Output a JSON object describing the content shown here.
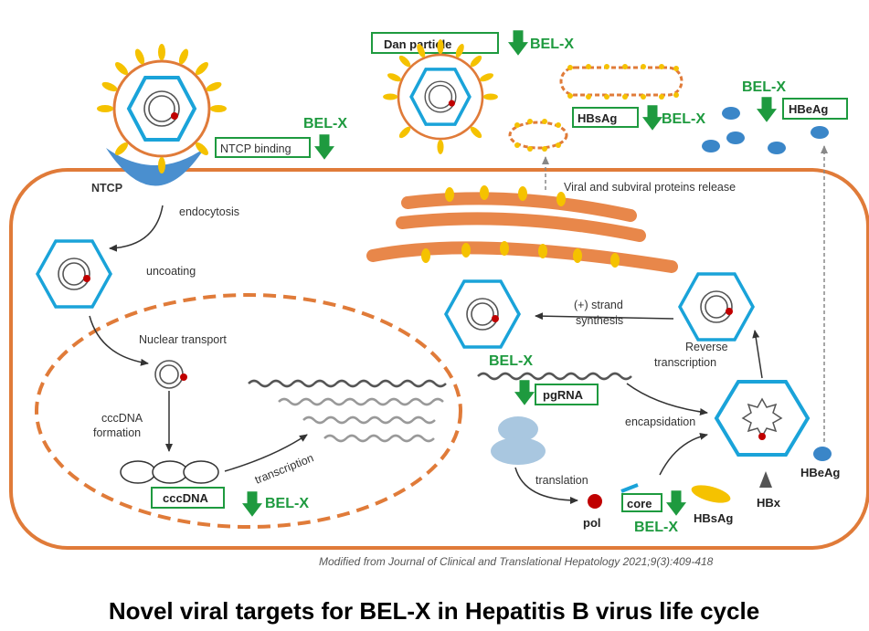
{
  "labels": {
    "dan_particle": "Dan particle",
    "ntcp_binding": "NTCP binding",
    "ntcp": "NTCP",
    "endocytosis": "endocytosis",
    "uncoating": "uncoating",
    "nuclear_transport": "Nuclear transport",
    "cccdna_formation_1": "cccDNA",
    "cccdna_formation_2": "formation",
    "cccdna_box": "cccDNA",
    "transcription": "transcription",
    "release": "Viral and subviral proteins release",
    "plus_strand_1": "(+) strand",
    "plus_strand_2": "synthesis",
    "reverse_1": "Reverse",
    "reverse_2": "transcription",
    "pgrna": "pgRNA",
    "encapsidation": "encapsidation",
    "translation": "translation",
    "pol": "pol",
    "core": "core",
    "hbsag": "HBsAg",
    "hbeag": "HBeAg",
    "hbx": "HBx",
    "bel_x": "BEL-X"
  },
  "citation": "Modified from Journal of Clinical and Translational Hepatology 2021;9(3):409-418",
  "title": "Novel viral targets for BEL-X in Hepatitis B virus life cycle",
  "colors": {
    "cell_membrane": "#e07b39",
    "capsid": "#1aa3d9",
    "inhibitor_green": "#1e9a3f",
    "hbsag_yellow": "#f5c200",
    "hbeag_blue": "#3a86c8",
    "dna_red": "#c00000",
    "ribosome": "#a9c7e0"
  },
  "icons": [
    "inhibition-arrow-icon",
    "virion-icon",
    "capsid-icon",
    "ribosome-icon",
    "hbx-triangle-icon"
  ]
}
